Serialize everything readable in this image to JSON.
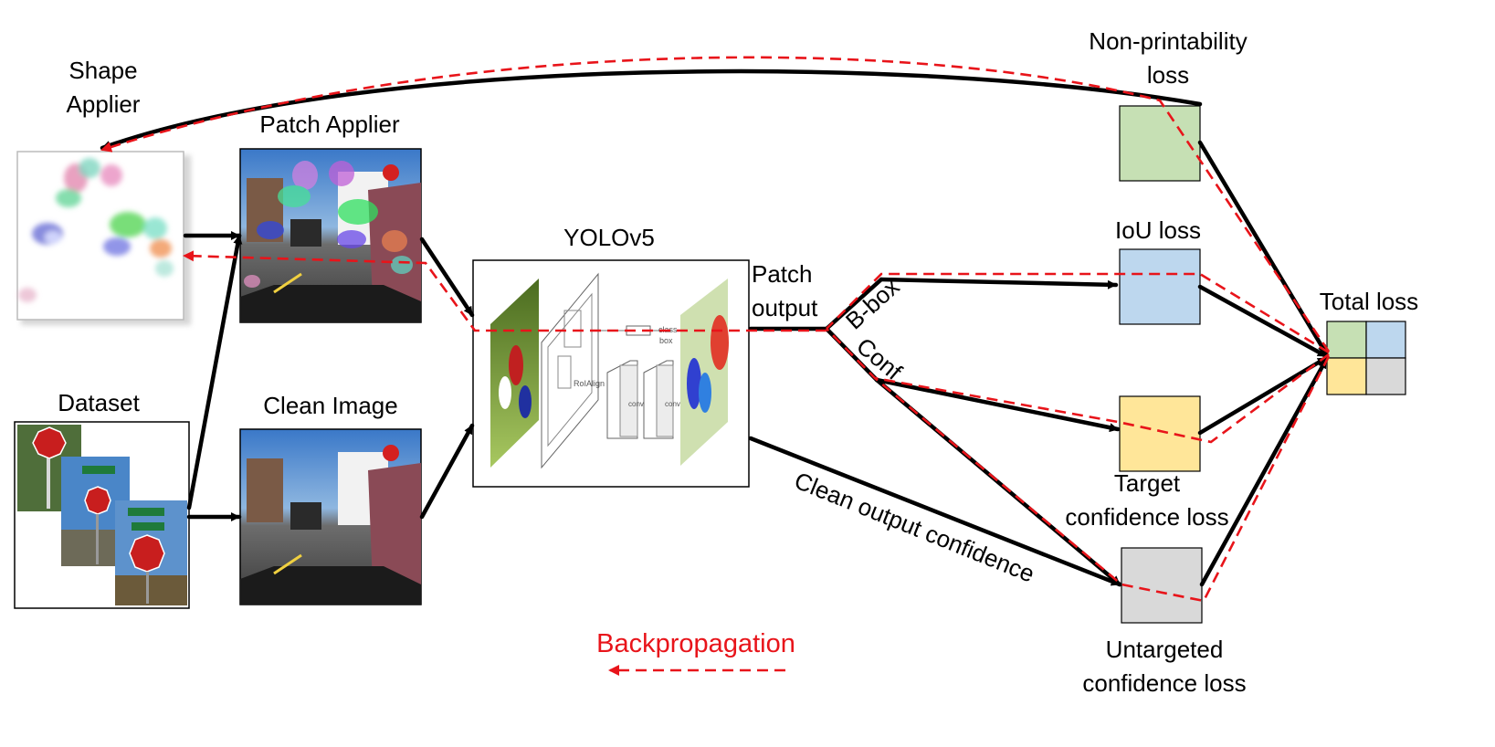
{
  "labels": {
    "shape_applier_1": "Shape",
    "shape_applier_2": "Applier",
    "patch_applier": "Patch Applier",
    "dataset": "Dataset",
    "clean_image": "Clean Image",
    "yolov5": "YOLOv5",
    "patch_output_1": "Patch",
    "patch_output_2": "output",
    "bbox": "B-box",
    "conf": "Conf",
    "clean_output_confidence": "Clean output confidence",
    "non_printability_1": "Non-printability",
    "non_printability_2": "loss",
    "iou_loss": "IoU loss",
    "target_conf_1": "Target",
    "target_conf_2": "confidence loss",
    "untargeted_conf_1": "Untargeted",
    "untargeted_conf_2": "confidence loss",
    "total_loss": "Total loss",
    "backpropagation": "Backpropagation",
    "roi_align": "RoIAlign",
    "class_label": "class",
    "box_label": "box",
    "conv1": "conv",
    "conv2": "conv"
  },
  "colors": {
    "green_loss": "#c6e0b4",
    "blue_loss": "#bdd7ee",
    "yellow_loss": "#ffe699",
    "gray_loss": "#d9d9d9",
    "backprop": "#e8141a",
    "forward": "#000000"
  }
}
